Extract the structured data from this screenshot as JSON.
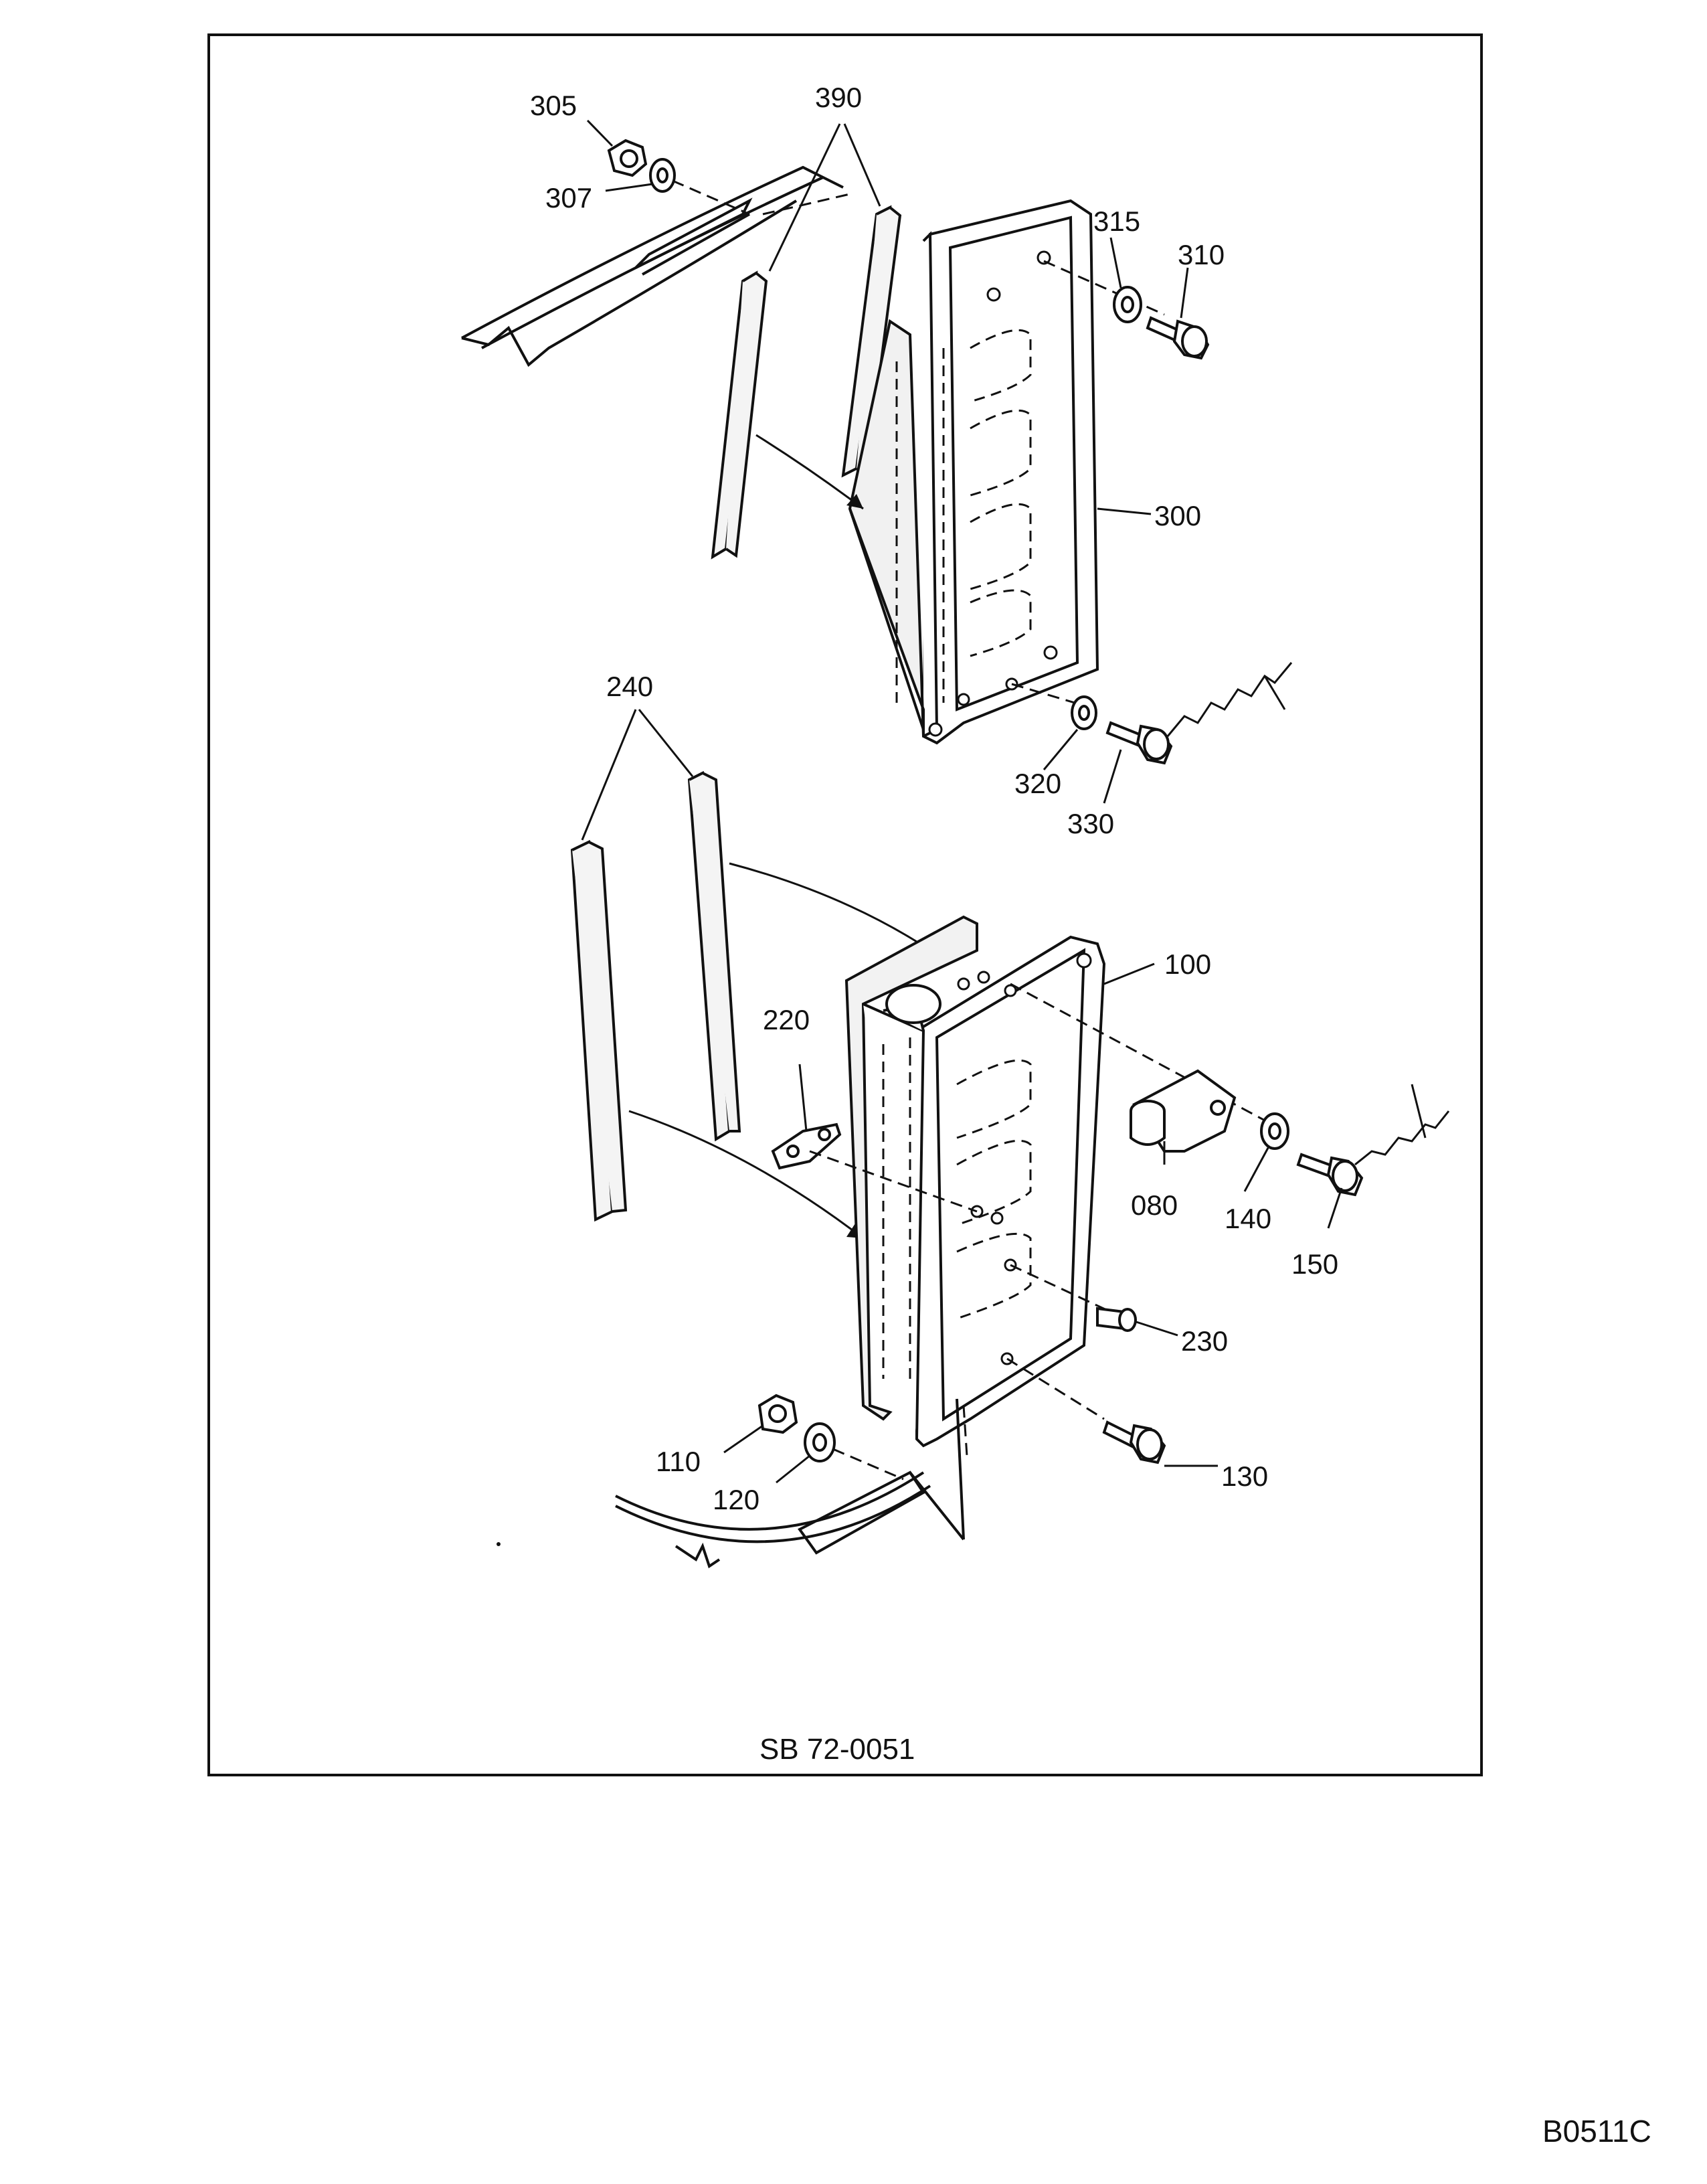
{
  "diagram": {
    "service_bulletin_ref": "SB 72-0051",
    "figure_id": "B0511C",
    "callouts": {
      "c305": "305",
      "c307": "307",
      "c390": "390",
      "c315": "315",
      "c310": "310",
      "c300": "300",
      "c240": "240",
      "c320": "320",
      "c330": "330",
      "c100": "100",
      "c220": "220",
      "c080": "080",
      "c140": "140",
      "c150": "150",
      "c230": "230",
      "c110": "110",
      "c120": "120",
      "c130": "130"
    }
  }
}
